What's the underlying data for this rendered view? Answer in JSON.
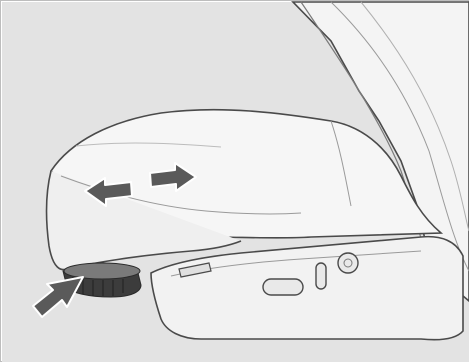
{
  "figure": {
    "subject": "seat-cushion-adjustment",
    "arrows": {
      "fore_aft": "double-arrow-left-right",
      "knob_pointer": "arrow-up-right"
    },
    "colors": {
      "background": "#e3e3e3",
      "seat_fill": "#f4f4f4",
      "seat_outline": "#4a4a4a",
      "shadow": "#cfcfcf",
      "arrow_fill": "#5a5a5a",
      "arrow_outline": "#ffffff"
    }
  }
}
